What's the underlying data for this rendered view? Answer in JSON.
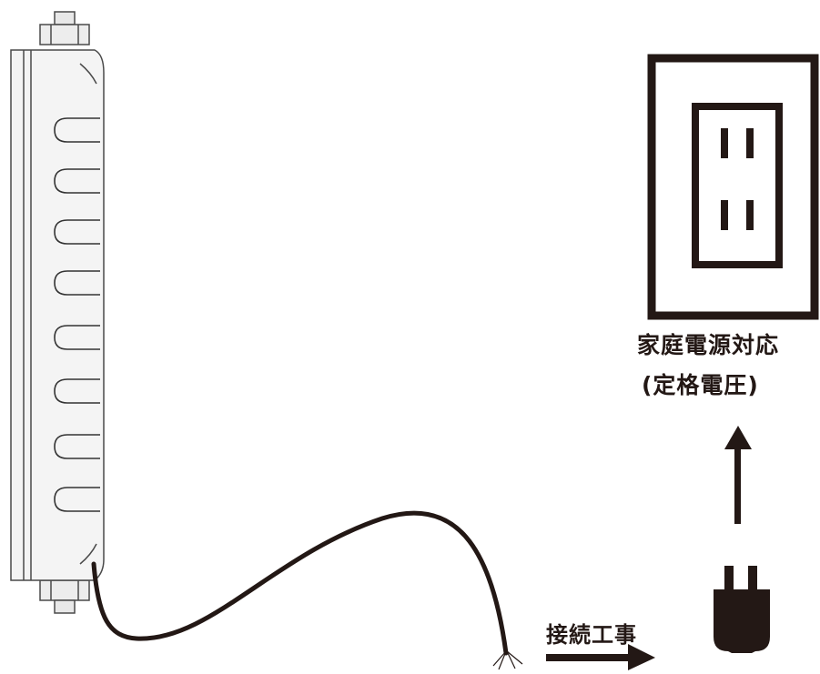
{
  "labels": {
    "outlet_line1": "家庭電源対応",
    "outlet_line2": "(定格電圧)",
    "connection_work": "接続工事"
  },
  "icons": {
    "heater": "panel-heater-icon",
    "cable": "power-cable-icon",
    "outlet": "wall-outlet-icon",
    "plug": "power-plug-icon",
    "arrow_right": "arrow-right-icon",
    "arrow_up": "arrow-up-icon"
  },
  "colors": {
    "line": "#231815",
    "heater_body": "#f4f4f4",
    "background": "#ffffff"
  }
}
